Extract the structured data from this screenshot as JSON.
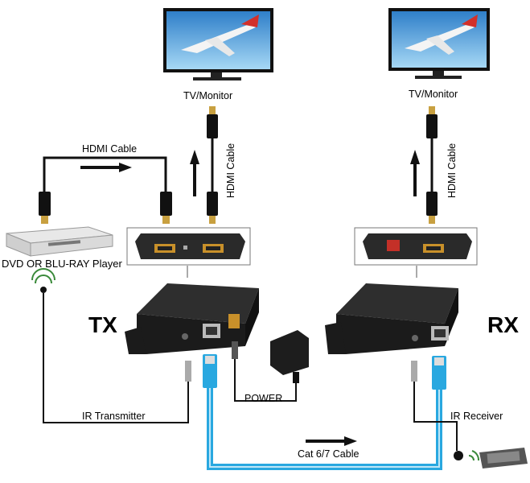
{
  "labels": {
    "tv_monitor_left": "TV/Monitor",
    "tv_monitor_right": "TV/Monitor",
    "hdmi_cable_top": "HDMI Cable",
    "hdmi_cable_vert_left": "HDMI Cable",
    "hdmi_cable_vert_right": "HDMI Cable",
    "dvd_player": "DVD OR BLU-RAY Player",
    "tx": "TX",
    "rx": "RX",
    "power": "POWER",
    "ir_transmitter": "IR Transmitter",
    "ir_receiver": "IR Receiver",
    "cat_cable": "Cat 6/7 Cable"
  },
  "colors": {
    "cable_blue": "#29a8e0",
    "device_black": "#1b1b1b",
    "screen_sky": "#5ab0e6",
    "port_gold": "#c8902a"
  }
}
